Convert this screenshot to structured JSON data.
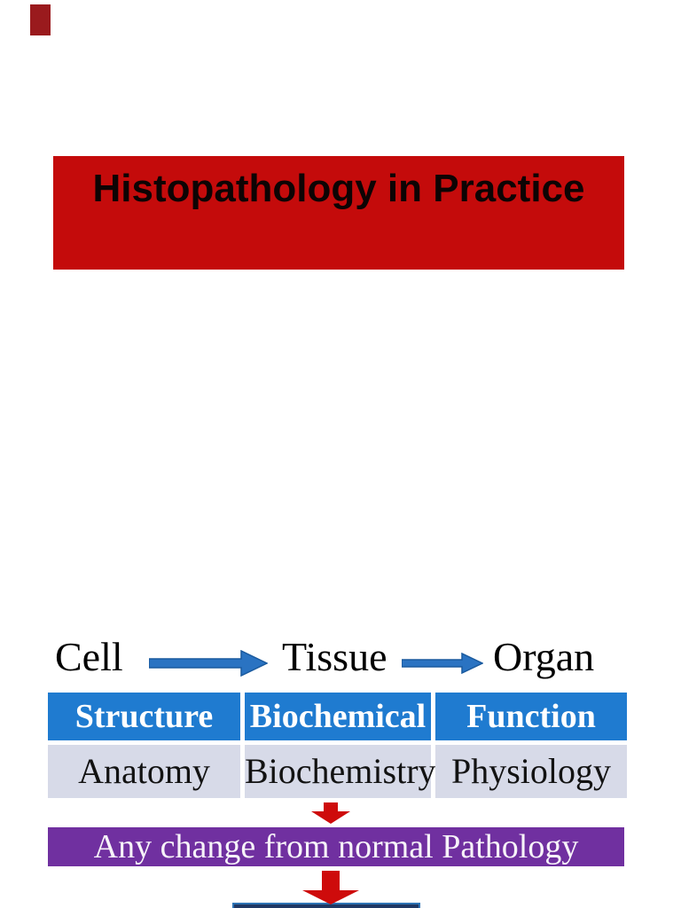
{
  "page": {
    "title": "Histopathology in Practice",
    "flow": {
      "items": [
        "Cell",
        "Tissue",
        "Organ"
      ]
    },
    "table": {
      "header": [
        "Structure",
        "Biochemical",
        "Function"
      ],
      "row": [
        "Anatomy",
        "Biochemistry",
        "Physiology"
      ]
    },
    "pathology_banner": "Any change from normal Pathology",
    "colors": {
      "banner_red": "#C40B0B",
      "corner_mark_red": "#9A1A1D",
      "table_header_blue": "#1F7BD0",
      "table_row_lavender": "#D7DAE8",
      "flow_arrow_blue": "#2A73C2",
      "flow_arrow_outline": "#1A5A9E",
      "down_arrow_red": "#CE0B0B",
      "pathology_purple": "#7030A0",
      "bottom_box_navy": "#1F3864",
      "bottom_box_border": "#2E74B5"
    }
  }
}
